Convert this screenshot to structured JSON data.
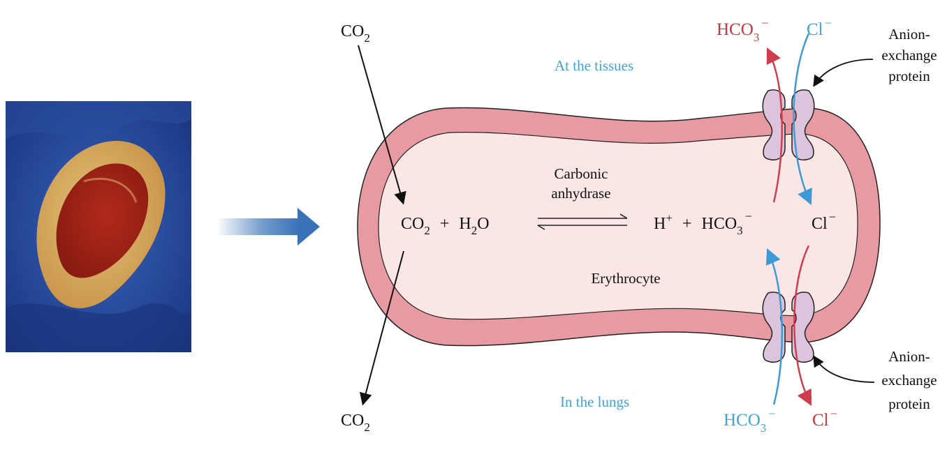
{
  "labels": {
    "co2_top": {
      "main": "CO",
      "sub": "2"
    },
    "co2_bottom": {
      "main": "CO",
      "sub": "2"
    },
    "at_tissues": "At the tissues",
    "in_lungs": "In the lungs",
    "hco3_top": {
      "main": "HCO",
      "sub": "3",
      "sup": "−"
    },
    "cl_top": {
      "main": "Cl",
      "sup": "−"
    },
    "hco3_bottom": {
      "main": "HCO",
      "sub": "3",
      "sup": "−"
    },
    "cl_bottom": {
      "main": "Cl",
      "sup": "−"
    },
    "anion_top": [
      "Anion-",
      "exchange",
      "protein"
    ],
    "anion_bottom": [
      "Anion-",
      "exchange",
      "protein"
    ],
    "enzyme": [
      "Carbonic",
      "anhydrase"
    ],
    "cell_name": "Erythrocyte",
    "eq_left": {
      "co": "CO",
      "sub2": "2",
      "plus": "+",
      "h": "H",
      "sub2b": "2",
      "o": "O"
    },
    "eq_right": {
      "h": "H",
      "hsup": "+",
      "plus": "+",
      "hco": "HCO",
      "sub3": "3",
      "minus": "−"
    },
    "cl_inside": {
      "main": "Cl",
      "sup": "−"
    }
  },
  "colors": {
    "membrane": "#e89aa2",
    "interior": "#fbe6e6",
    "protein": "#dcc4dc",
    "arrow_blue": "#3d9ad6",
    "arrow_red": "#cf3e4e",
    "label_blue": "#3fa5d9",
    "label_red": "#c8373f",
    "big_arrow": "#3a72b8"
  },
  "icons": {
    "photo": "erythrocyte-micrograph",
    "transition_arrow": "right-arrow-icon",
    "equilibrium": "equilibrium-arrows-icon"
  }
}
